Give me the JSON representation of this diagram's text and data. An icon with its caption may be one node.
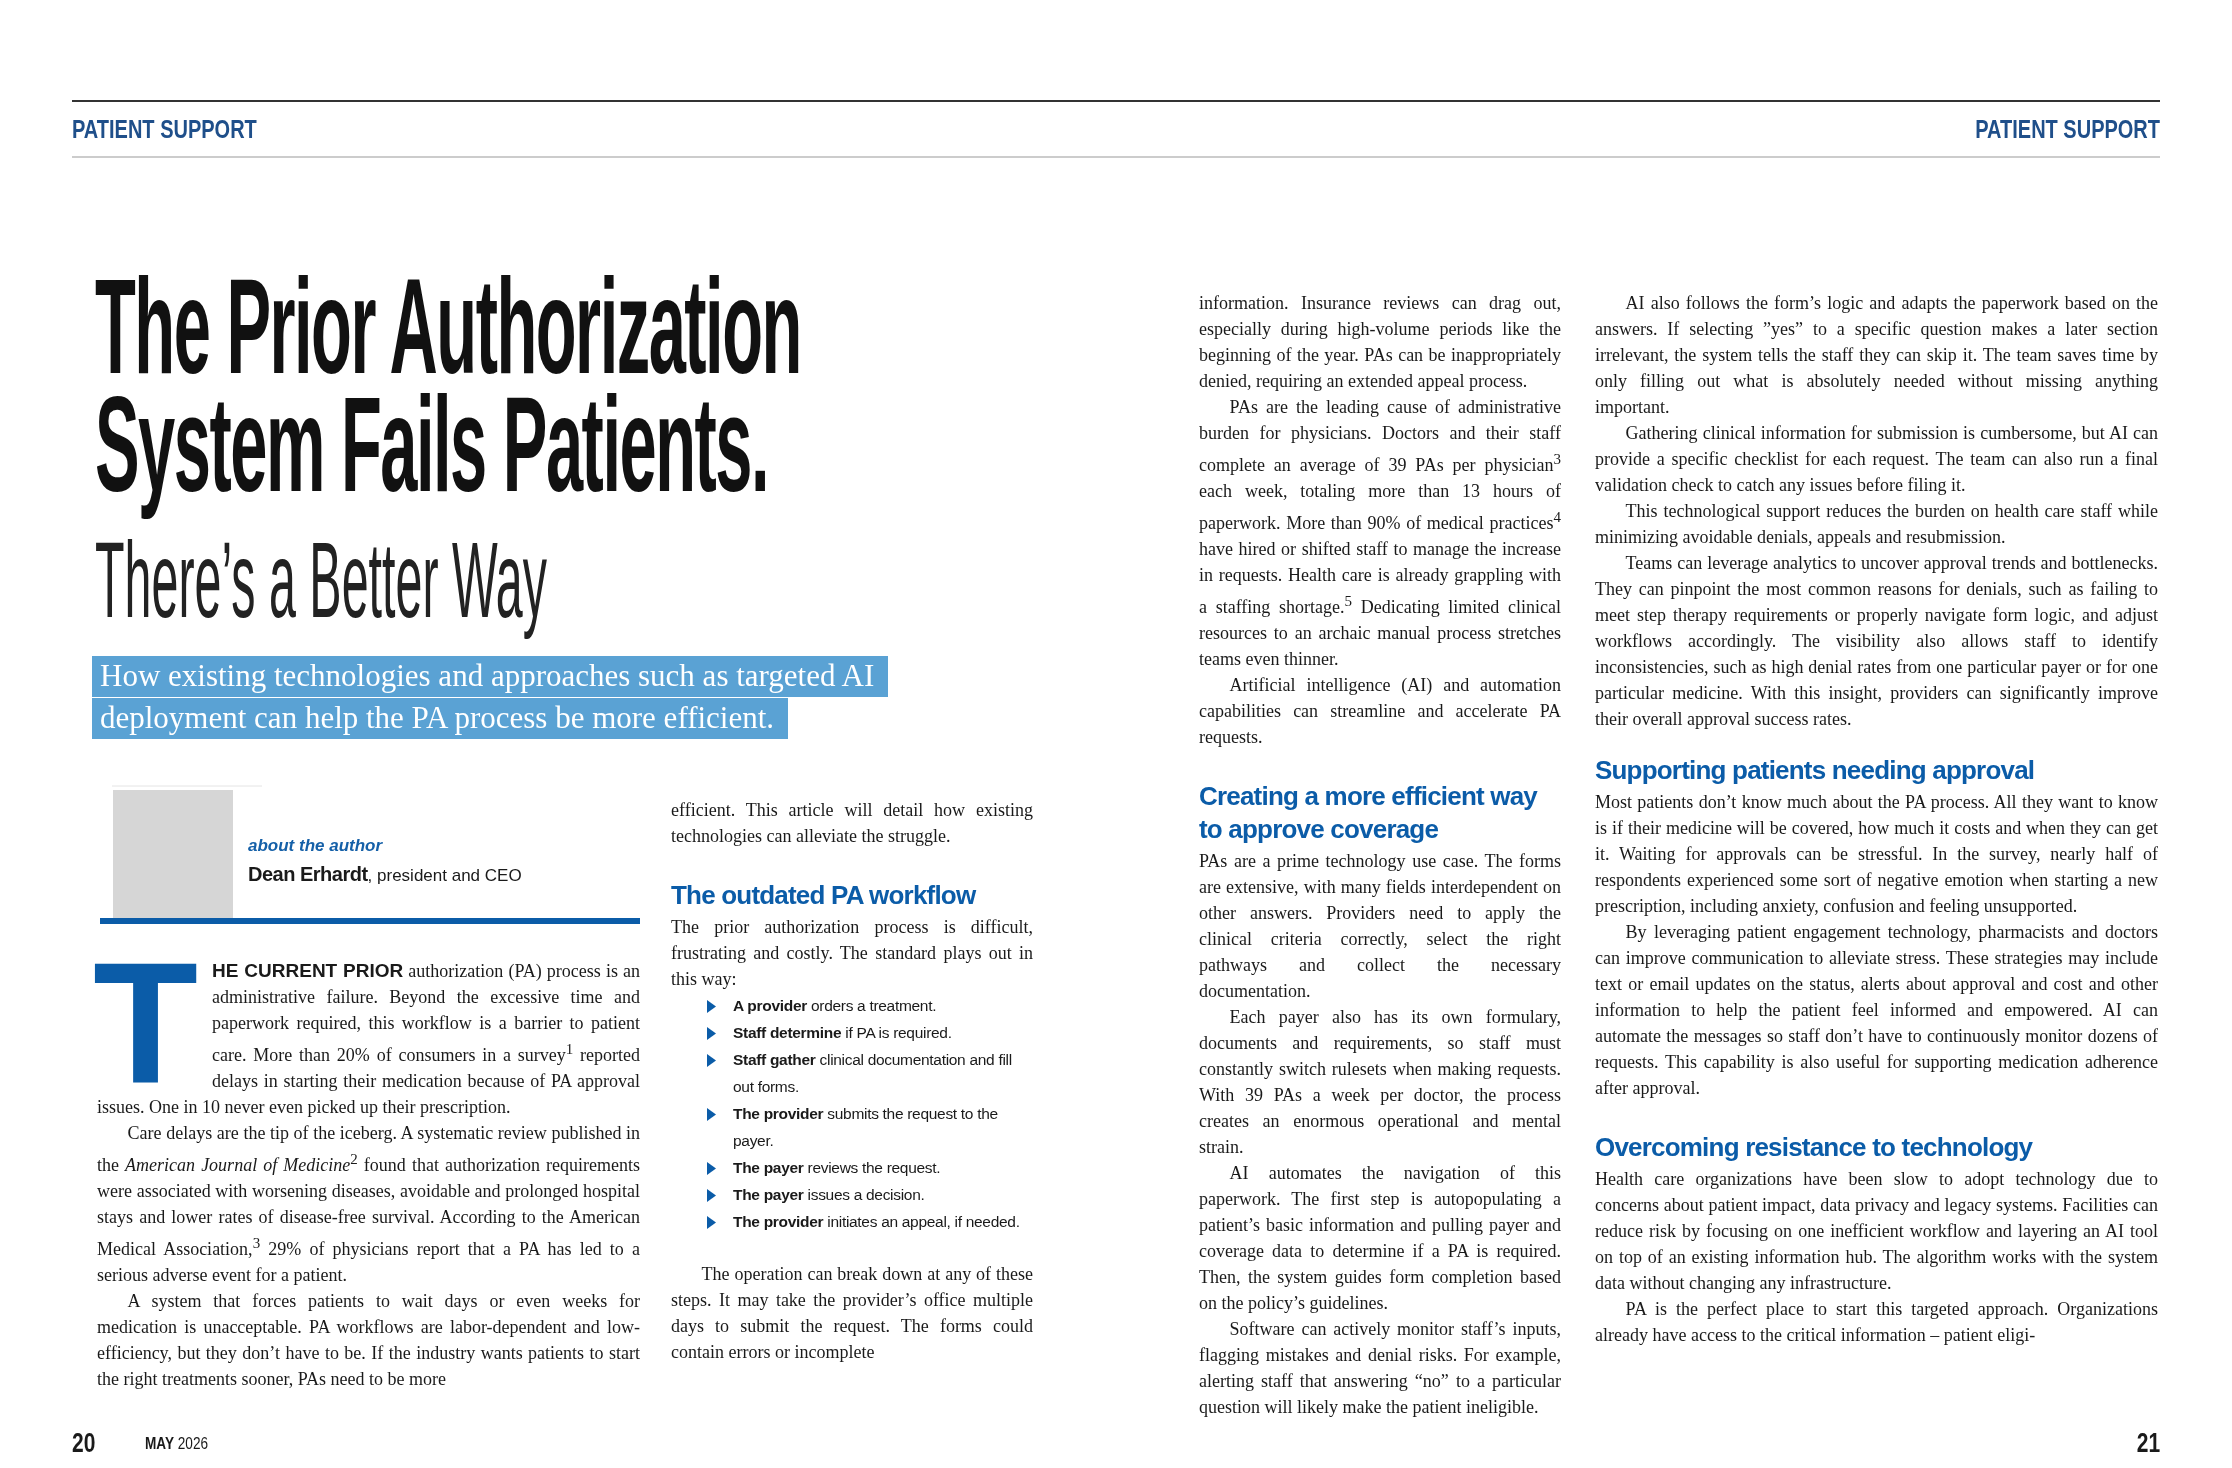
{
  "diagram": {
    "title": "The Prior Authorization System Fails Patients.",
    "labels": [
      "PATIENT SUPPORT",
      "PATIENT SUPPORT",
      "There’s a Better Way",
      "How existing technologies and approaches such as targeted AI deployment can help the PA process be more efficient.",
      "about the author",
      "**Dean Erhardt**, president and CEO",
      "**THE CURRENT PRIOR** authorization (PA) process is an administrative failure. Beyond the excessive time and paperwork required, this workflow is a barrier to patient care. More than 20% of consumers in a survey$^{1}$ reported delays in starting their medication because of PA approval issues. One in 10 never even picked up their prescription.",
      "Care delays are the tip of the iceberg. A systematic review published in the *American Journal of Medicine*$^{2}$ found that authorization requirements were associated with worsening diseases, avoidable and prolonged hospital stays and lower rates of disease-free survival. According to the American Medical Association,$^{3}$ 29% of physicians report that a PA has led to a serious adverse event for a patient.",
      "A system that forces patients to wait days or even weeks for medication is unacceptable. PA workflows are labor-dependent and low-efficiency, but they don’t have to be. If the industry wants patients to start the right treatments sooner, PAs need to be more",
      "efficient. This article will detail how existing technologies can alleviate the struggle.",
      "The outdated PA workflow",
      "The prior authorization process is difficult, frustrating and costly. The standard plays out in this way:",
      "**A provider** orders a treatment.",
      "**Staff determine** if PA is required.",
      "**Staff gather** clinical documentation and fill out forms.",
      "**The provider** submits the request to the payer.",
      "**The payer** reviews the request.",
      "**The payer** issues a decision.",
      "**The provider** initiates an appeal, if needed.",
      "The operation can break down at any of these steps. It may take the provider’s office multiple days to submit the request. The forms could contain errors or incomplete",
      "information. Insurance reviews can drag out, especially during high-volume periods like the beginning of the year. PAs can be inappropriately denied, requiring an extended appeal process.",
      "PAs are the leading cause of administrative burden for physicians. Doctors and their staff complete an average of 39 PAs per physician$^{3}$ each week, totaling more than 13 hours of paperwork. More than 90% of medical practices$^{4}$ have hired or shifted staff to manage the increase in requests. Health care is already grappling with a staffing shortage.$^{5}$ Dedicating limited clinical resources to an archaic manual process stretches teams even thinner.",
      "Artificial intelligence (AI) and automation capabilities can streamline and accelerate PA requests.",
      "Creating a more efficient way to approve coverage",
      "PAs are a prime technology use case. The forms are extensive, with many fields interdependent on other answers. Providers need to apply the clinical criteria correctly, select the right pathways and collect the necessary documentation.",
      "Each payer also has its own formulary, documents and requirements, so staff must constantly switch rulesets when making requests. With 39 PAs a week per doctor, the process creates an enormous operational and mental strain.",
      "AI automates the navigation of this paperwork. The first step is autopopulating a patient’s basic information and pulling payer and coverage data to determine if a PA is required. Then, the system guides form completion based on the policy’s guidelines.",
      "Software can actively monitor staff’s inputs, flagging mistakes and denial risks. For example, alerting staff that answering “no” to a particular question will likely make the patient ineligible.",
      "AI also follows the form’s logic and adapts the paperwork based on the answers. If selecting ”yes” to a specific question makes a later section irrelevant, the system tells the staff they can skip it. The team saves time by only filling out what is absolutely needed without missing anything important.",
      "Gathering clinical information for submission is cumbersome, but AI can provide a specific checklist for each request. The team can also run a final validation check to catch any issues before filing it.",
      "This technological support reduces the burden on health care staff while minimizing avoidable denials, appeals and resubmission.",
      "Teams can leverage analytics to uncover approval trends and bottlenecks. They can pinpoint the most common reasons for denials, such as failing to meet step therapy requirements or properly navigate form logic, and adjust workflows accordingly. The visibility also allows staff to identify inconsistencies, such as high denial rates from one particular payer or for one particular medicine. With this insight, providers can significantly improve their overall approval success rates.",
      "Supporting patients needing approval",
      "Most patients don’t know much about the PA process. All they want to know is if their medicine will be covered, how much it costs and when they can get it. Waiting for approvals can be stressful. In the survey, nearly half of respondents experienced some sort of negative emotion when starting a new prescription, including anxiety, confusion and feeling unsupported.",
      "By leveraging patient engagement technology, pharmacists and doctors can improve communication to alleviate stress. These strategies may include text or email updates on the status, alerts about approval and cost and other information to help the patient feel informed and empowered. AI can automate the messages so staff don’t have to continuously monitor dozens of requests. This capability is also useful for supporting medication adherence after approval.",
      "Overcoming resistance to technology",
      "Health care organizations have been slow to adopt technology due to concerns about patient impact, data privacy and legacy systems. Facilities can reduce risk by focusing on one inefficient workflow and layering an AI tool on top of an existing information hub. The algorithm works with the system data without changing any infrastructure.",
      "PA is the perfect place to start this targeted approach. Organizations already have access to the critical information – patient eligi-",
      "20",
      "**MAY** 2026",
      "21"
    ]
  }
}
